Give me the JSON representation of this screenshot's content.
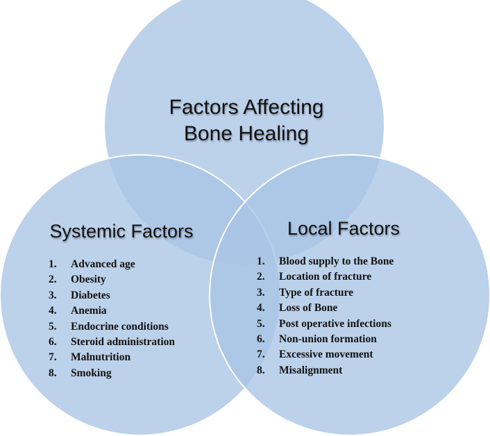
{
  "diagram": {
    "type": "venn",
    "circle_color": "#a9c4e4",
    "center": {
      "title_line1": "Factors Affecting",
      "title_line2": "Bone Healing"
    },
    "systemic": {
      "title": "Systemic Factors",
      "items": [
        {
          "num": "1.",
          "label": "Advanced age"
        },
        {
          "num": "2.",
          "label": "Obesity"
        },
        {
          "num": "3.",
          "label": "Diabetes"
        },
        {
          "num": "4.",
          "label": "Anemia"
        },
        {
          "num": "5.",
          "label": "Endocrine conditions"
        },
        {
          "num": "6.",
          "label": "Steroid administration"
        },
        {
          "num": "7.",
          "label": "Malnutrition"
        },
        {
          "num": "8.",
          "label": "Smoking"
        }
      ]
    },
    "local": {
      "title": "Local Factors",
      "items": [
        {
          "num": "1.",
          "label": "Blood supply to the Bone"
        },
        {
          "num": "2.",
          "label": "Location of fracture"
        },
        {
          "num": "3.",
          "label": "Type of fracture"
        },
        {
          "num": "4.",
          "label": "Loss of Bone"
        },
        {
          "num": "5.",
          "label": "Post operative infections"
        },
        {
          "num": "6.",
          "label": "Non-union formation"
        },
        {
          "num": "7.",
          "label": "Excessive movement"
        },
        {
          "num": "8.",
          "label": "Misalignment"
        }
      ]
    }
  }
}
